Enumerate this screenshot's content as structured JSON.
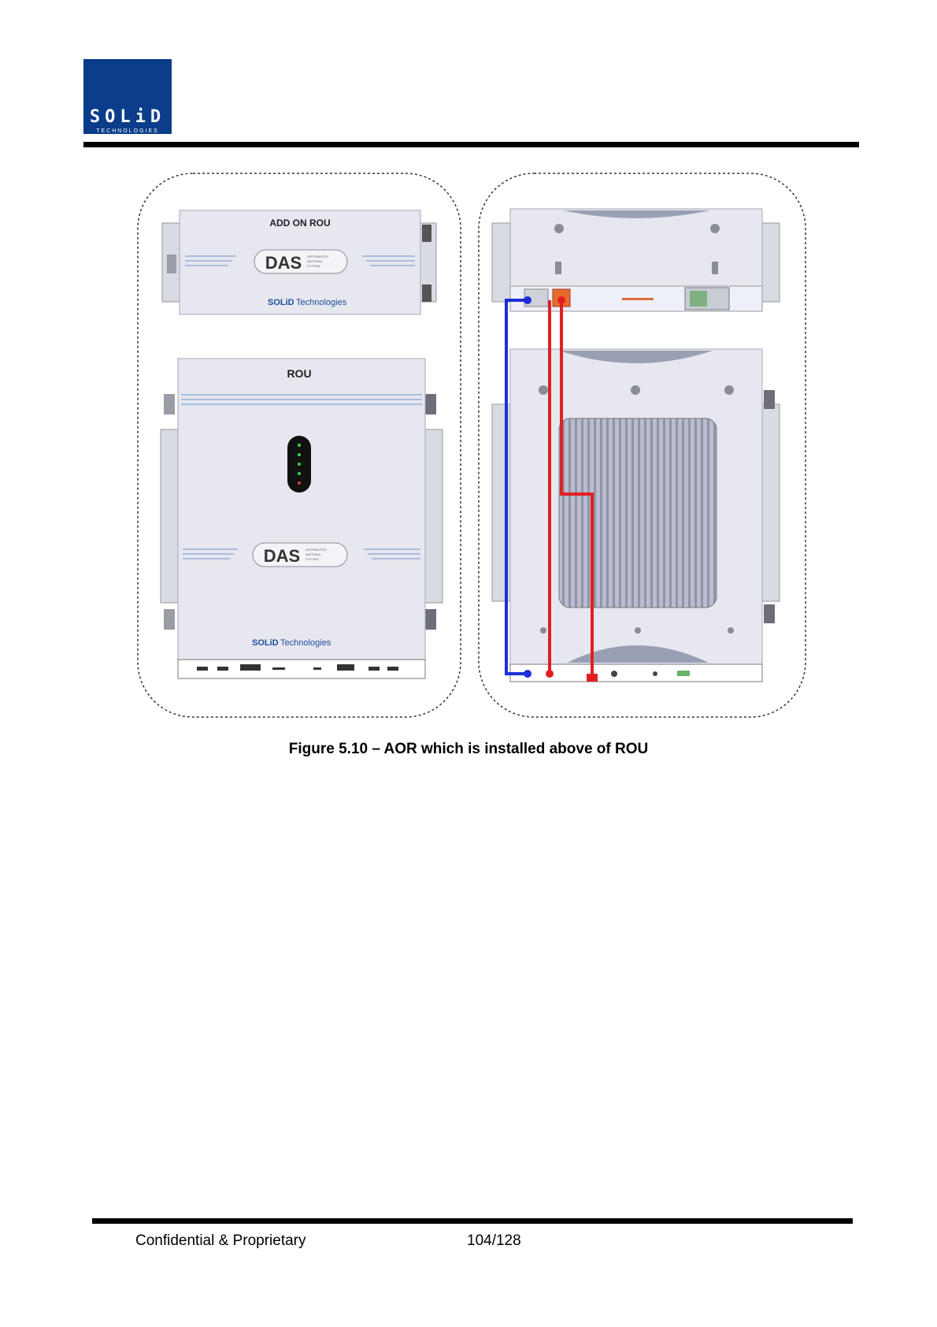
{
  "logo": {
    "word": "SOLiD",
    "sub": "TECHNOLOGIES"
  },
  "figure": {
    "aor_label": "ADD ON ROU",
    "rou_label": "ROU",
    "das_mark": "DAS",
    "das_sub": [
      "DISTRIBUTED",
      "ANTENNA",
      "SYSTEM"
    ],
    "brand": "SOLiD",
    "brand_suffix": "Technologies",
    "colors": {
      "blue_wire": "#1d2fd8",
      "red_wire": "#e02020",
      "panel": "#e6e7ef",
      "logo": "#0b3d8a"
    }
  },
  "caption": "Figure 5.10 – AOR which is installed above of ROU",
  "footer": {
    "left": "Confidential & Proprietary",
    "page": "104/128"
  }
}
